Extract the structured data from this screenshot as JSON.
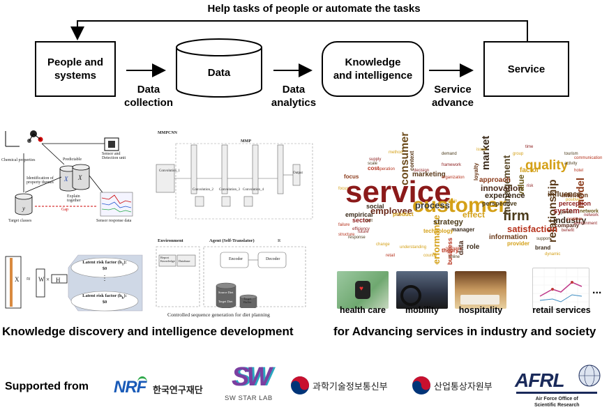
{
  "flow": {
    "feedback_label": "Help tasks of people or automate the tasks",
    "box1": "People and\nsystems",
    "box2": "Data",
    "box3": "Knowledge\nand intelligence",
    "box4": "Service",
    "arrow1": "Data\ncollection",
    "arrow2": "Data\nanalytics",
    "arrow3": "Service\nadvance"
  },
  "left_panel": {
    "heading": "Knowledge discovery and intelligence development",
    "fig1": {
      "chemical_properties": "Chemical properties",
      "predictable": "Predictable",
      "xc": "X",
      "xs": "X",
      "identification": "Identification of\nproperty themes",
      "explain": "Explain\ntogether",
      "y": "y",
      "gap": "Gap",
      "target_classes": "Target classes",
      "sensor_unit": "Sensor and\nDetection unit",
      "sensor_response": "Sensor response data"
    },
    "fig2": {
      "mmpcnn": "MMPCNN",
      "mmp": "MMP",
      "conv1": "Convolution_1",
      "conv2": "Convolution_2",
      "conv3": "Convolution_3",
      "conv4": "Convolution_4",
      "output": "Output"
    },
    "fig3": {
      "x": "X",
      "approx": "≈",
      "w": "W",
      "times": "×",
      "h": "H",
      "risk1": "Latent risk factor (h",
      "risk1_sub": "1",
      "risk1_tail": "):",
      "risk1_val": "$0",
      "dots": "⋮",
      "risk2": "Latent risk factor (h",
      "risk2_sub": "k",
      "risk2_tail": "):",
      "risk2_val": "$0"
    },
    "fig4": {
      "environment": "Environment",
      "agent": "Agent (Self-Translator)",
      "report_knowledge": "Report\nKnowledge",
      "database": "Database",
      "encoder": "Encoder",
      "decoder": "Decoder",
      "source_diet": "Source Diet",
      "target_diet": "Target Diet",
      "target_buffer": "Target\nBuffer",
      "r": "R",
      "caption": "Controlled sequence generation for diet planning"
    }
  },
  "right_panel": {
    "heading": "for Advancing services in industry and society",
    "wordcloud_words": [
      {
        "t": "service",
        "s": 44,
        "c": "#8b1a1a"
      },
      {
        "t": "customer",
        "s": 30,
        "c": "#d4a017"
      },
      {
        "t": "firm",
        "s": 20,
        "c": "#4a3a1a"
      },
      {
        "t": "quality",
        "s": 19,
        "c": "#d4a017"
      },
      {
        "t": "relationship",
        "s": 16,
        "c": "#5a3a1a"
      },
      {
        "t": "consumer",
        "s": 16,
        "c": "#6b4a1a"
      },
      {
        "t": "market",
        "s": 15,
        "c": "#3a2a1a"
      },
      {
        "t": "model",
        "s": 15,
        "c": "#8b3a1a"
      },
      {
        "t": "management",
        "s": 14,
        "c": "#5a4a2a"
      },
      {
        "t": "satisfaction",
        "s": 13,
        "c": "#b5301a"
      },
      {
        "t": "performance",
        "s": 13,
        "c": "#d4a017"
      },
      {
        "t": "process",
        "s": 13,
        "c": "#3a3a3a"
      },
      {
        "t": "employee",
        "s": 13,
        "c": "#6b2a1a"
      },
      {
        "t": "innovation",
        "s": 12,
        "c": "#4a2a1a"
      },
      {
        "t": "value",
        "s": 12,
        "c": "#6b5a1a"
      },
      {
        "t": "effect",
        "s": 12,
        "c": "#d4a017"
      },
      {
        "t": "industry",
        "s": 12,
        "c": "#3a2a1a"
      },
      {
        "t": "system",
        "s": 11,
        "c": "#8b1a1a"
      },
      {
        "t": "strategy",
        "s": 11,
        "c": "#4a3a1a"
      },
      {
        "t": "experience",
        "s": 11,
        "c": "#3a2a1a"
      },
      {
        "t": "influence",
        "s": 11,
        "c": "#5a3a1a"
      },
      {
        "t": "information",
        "s": 10,
        "c": "#6b3a1a"
      },
      {
        "t": "approach",
        "s": 10,
        "c": "#8b3a1a"
      },
      {
        "t": "role",
        "s": 10,
        "c": "#3a2a1a"
      },
      {
        "t": "marketing",
        "s": 10,
        "c": "#5a3a1a"
      },
      {
        "t": "data",
        "s": 10,
        "c": "#4a2a1a"
      },
      {
        "t": "factor",
        "s": 10,
        "c": "#d4a017"
      },
      {
        "t": "perception",
        "s": 9,
        "c": "#8b1a1a"
      },
      {
        "t": "intention",
        "s": 9,
        "c": "#6b3a1a"
      },
      {
        "t": "business",
        "s": 9,
        "c": "#b5301a"
      },
      {
        "t": "social",
        "s": 9,
        "c": "#3a2a1a"
      },
      {
        "t": "sector",
        "s": 9,
        "c": "#8b1a1a"
      },
      {
        "t": "empirical",
        "s": 9,
        "c": "#3a2a1a"
      },
      {
        "t": "perspective",
        "s": 9,
        "c": "#4a3a1a"
      },
      {
        "t": "company",
        "s": 8,
        "c": "#5a2a1a"
      },
      {
        "t": "manager",
        "s": 8,
        "c": "#3a2a1a"
      },
      {
        "t": "provider",
        "s": 8,
        "c": "#d4a017"
      },
      {
        "t": "focus",
        "s": 8,
        "c": "#8b3a1a"
      },
      {
        "t": "cost",
        "s": 8,
        "c": "#b5301a"
      },
      {
        "t": "technology",
        "s": 8,
        "c": "#d4a017"
      },
      {
        "t": "loyalty",
        "s": 8,
        "c": "#6b3a1a"
      },
      {
        "t": "brand",
        "s": 8,
        "c": "#3a2a1a"
      },
      {
        "t": "network",
        "s": 7,
        "c": "#6b5a1a"
      },
      {
        "t": "context",
        "s": 8,
        "c": "#5a3a1a"
      },
      {
        "t": "theory",
        "s": 8,
        "c": "#b5301a"
      },
      {
        "t": "product",
        "s": 8,
        "c": "#d4a017"
      }
    ]
  },
  "services": [
    {
      "label": "health care"
    },
    {
      "label": "mobility"
    },
    {
      "label": "hospitality"
    },
    {
      "label": "retail services"
    }
  ],
  "services_more": "...",
  "supported": {
    "label": "Supported from",
    "nrf_mark": "NRF",
    "nrf_korean": "한국연구재단",
    "sw_mark": "SW",
    "sw_text": "SW STAR LAB",
    "msit": "과학기술정보통신부",
    "motie": "산업통상자원부",
    "afrl_mark": "AFRL",
    "afrl_sub": "Air Force Office of\nScientific Research"
  },
  "colors": {
    "gap_red": "#cc0000",
    "nrf_blue": "#1a5bb8",
    "nrf_green": "#2ea84a",
    "sw_purple": "#7b3fa0",
    "sw_teal": "#2aa8c0",
    "kor_red": "#c8102e",
    "kor_blue": "#003478",
    "afrl_navy": "#1a2a5a"
  }
}
